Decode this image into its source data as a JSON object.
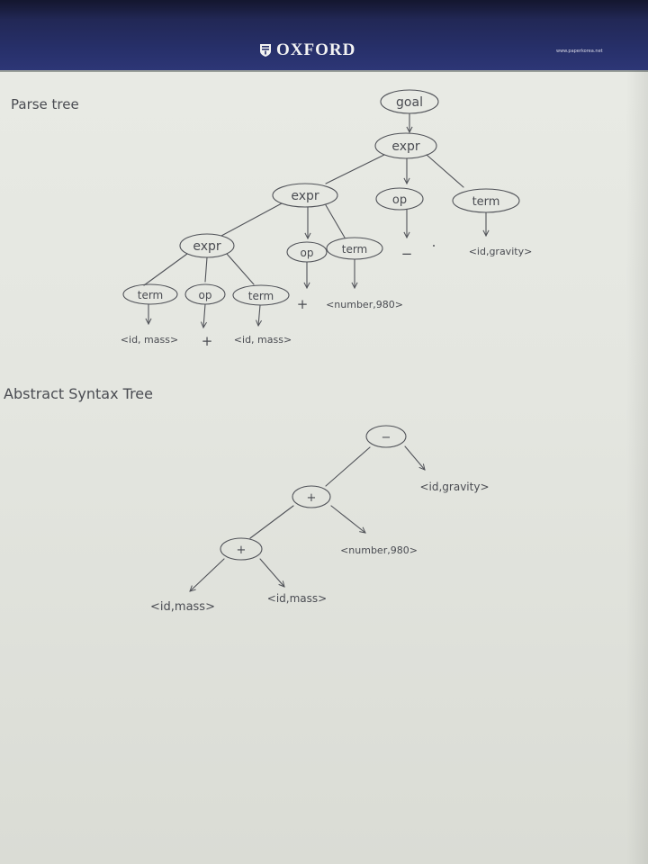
{
  "header": {
    "brand": "OXFORD",
    "url": "www.paperkorea.net",
    "emblem_icon": "oxford-shield-icon",
    "background_color": "#27306a"
  },
  "parse_tree": {
    "title": "Parse tree",
    "nodes": {
      "goal": "goal",
      "expr_top": "expr",
      "expr_mid": "expr",
      "op_top": "op",
      "term_top": "term",
      "expr_low": "expr",
      "op_mid": "op",
      "term_mid": "term",
      "term_low_left": "term",
      "op_low": "op",
      "term_low_right": "term"
    },
    "leaves": {
      "minus": "−",
      "id_gravity": "<id,gravity>",
      "plus_mid": "+",
      "number_980": "<number,980>",
      "id_mass_left": "<id, mass>",
      "plus_low": "+",
      "id_mass_right": "<id, mass>"
    }
  },
  "ast": {
    "title": "Abstract Syntax Tree",
    "nodes": {
      "root": "−",
      "plus_mid": "+",
      "plus_low": "+"
    },
    "leaves": {
      "id_gravity": "<id,gravity>",
      "number_980": "<number,980>",
      "id_mass_left": "<id,mass>",
      "id_mass_right": "<id,mass>"
    }
  }
}
